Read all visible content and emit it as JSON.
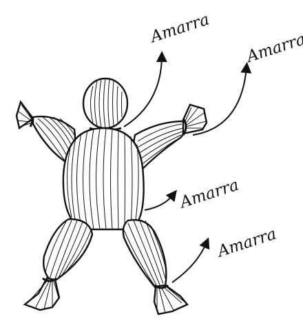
{
  "figure": {
    "labels": [
      "Amarra",
      "Amarra",
      "Amarra",
      "Amarra"
    ],
    "ink_color": "#111111",
    "background_color": "#ffffff"
  }
}
